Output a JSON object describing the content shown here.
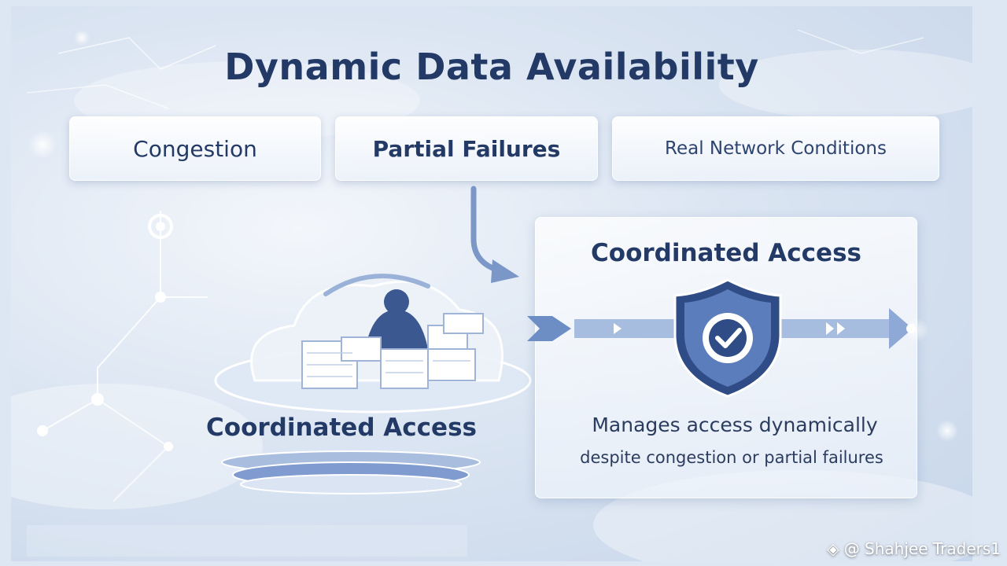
{
  "title": "Dynamic Data Availability",
  "conditions": [
    {
      "label": "Congestion"
    },
    {
      "label": "Partial Failures"
    },
    {
      "label": "Real Network Conditions"
    }
  ],
  "panel": {
    "title": "Coordinated Access",
    "description_line1": "Manages access dynamically",
    "description_line2": "despite congestion or partial failures"
  },
  "left_label": "Coordinated Access",
  "watermark": {
    "text": "@ Shahjee Traders1",
    "icon": "binance-logo-icon"
  },
  "colors": {
    "title": "#243a66",
    "accent": "#3e5f9c",
    "arrow": "#6f8fc6",
    "shield_dark": "#2f4c86",
    "background": "#dbe5f2"
  }
}
